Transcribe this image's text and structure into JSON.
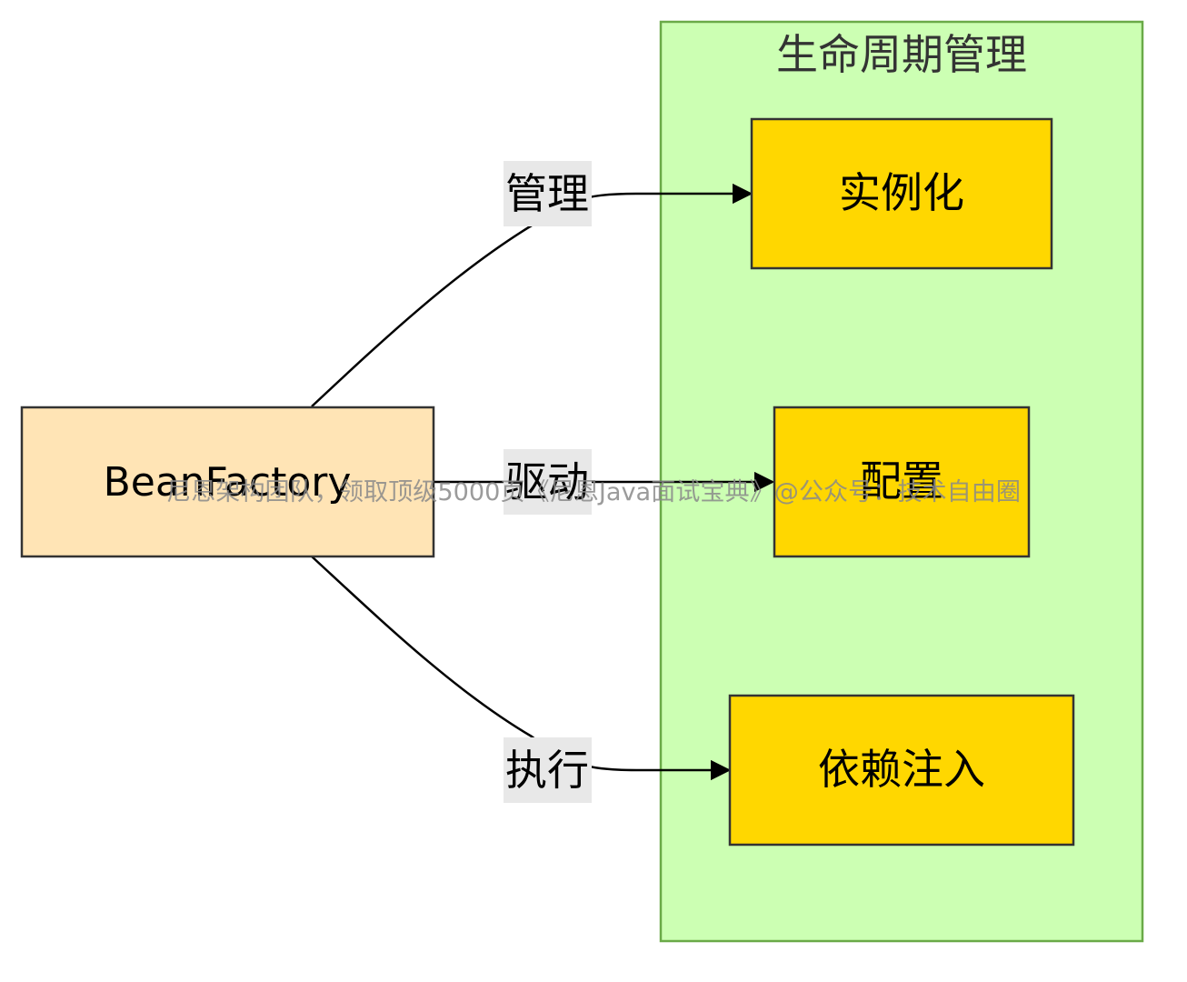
{
  "cluster": {
    "title": "生命周期管理",
    "fill": "#ccffb3",
    "stroke": "#6aaa48"
  },
  "nodes": {
    "bean_factory": {
      "label": "BeanFactory",
      "fill": "#ffe4b5",
      "stroke": "#333333"
    },
    "instantiate": {
      "label": "实例化",
      "fill": "#ffd700",
      "stroke": "#333333"
    },
    "configure": {
      "label": "配置",
      "fill": "#ffd700",
      "stroke": "#333333"
    },
    "inject": {
      "label": "依赖注入",
      "fill": "#ffd700",
      "stroke": "#333333"
    }
  },
  "edges": [
    {
      "from": "BeanFactory",
      "to": "实例化",
      "label": "管理"
    },
    {
      "from": "BeanFactory",
      "to": "配置",
      "label": "驱动"
    },
    {
      "from": "BeanFactory",
      "to": "依赖注入",
      "label": "执行"
    }
  ],
  "edge_label_bg": "#e8e8e8",
  "watermark": "尼恩架构团队，领取顶级5000页《尼恩Java面试宝典》@公众号：技术自由圈"
}
